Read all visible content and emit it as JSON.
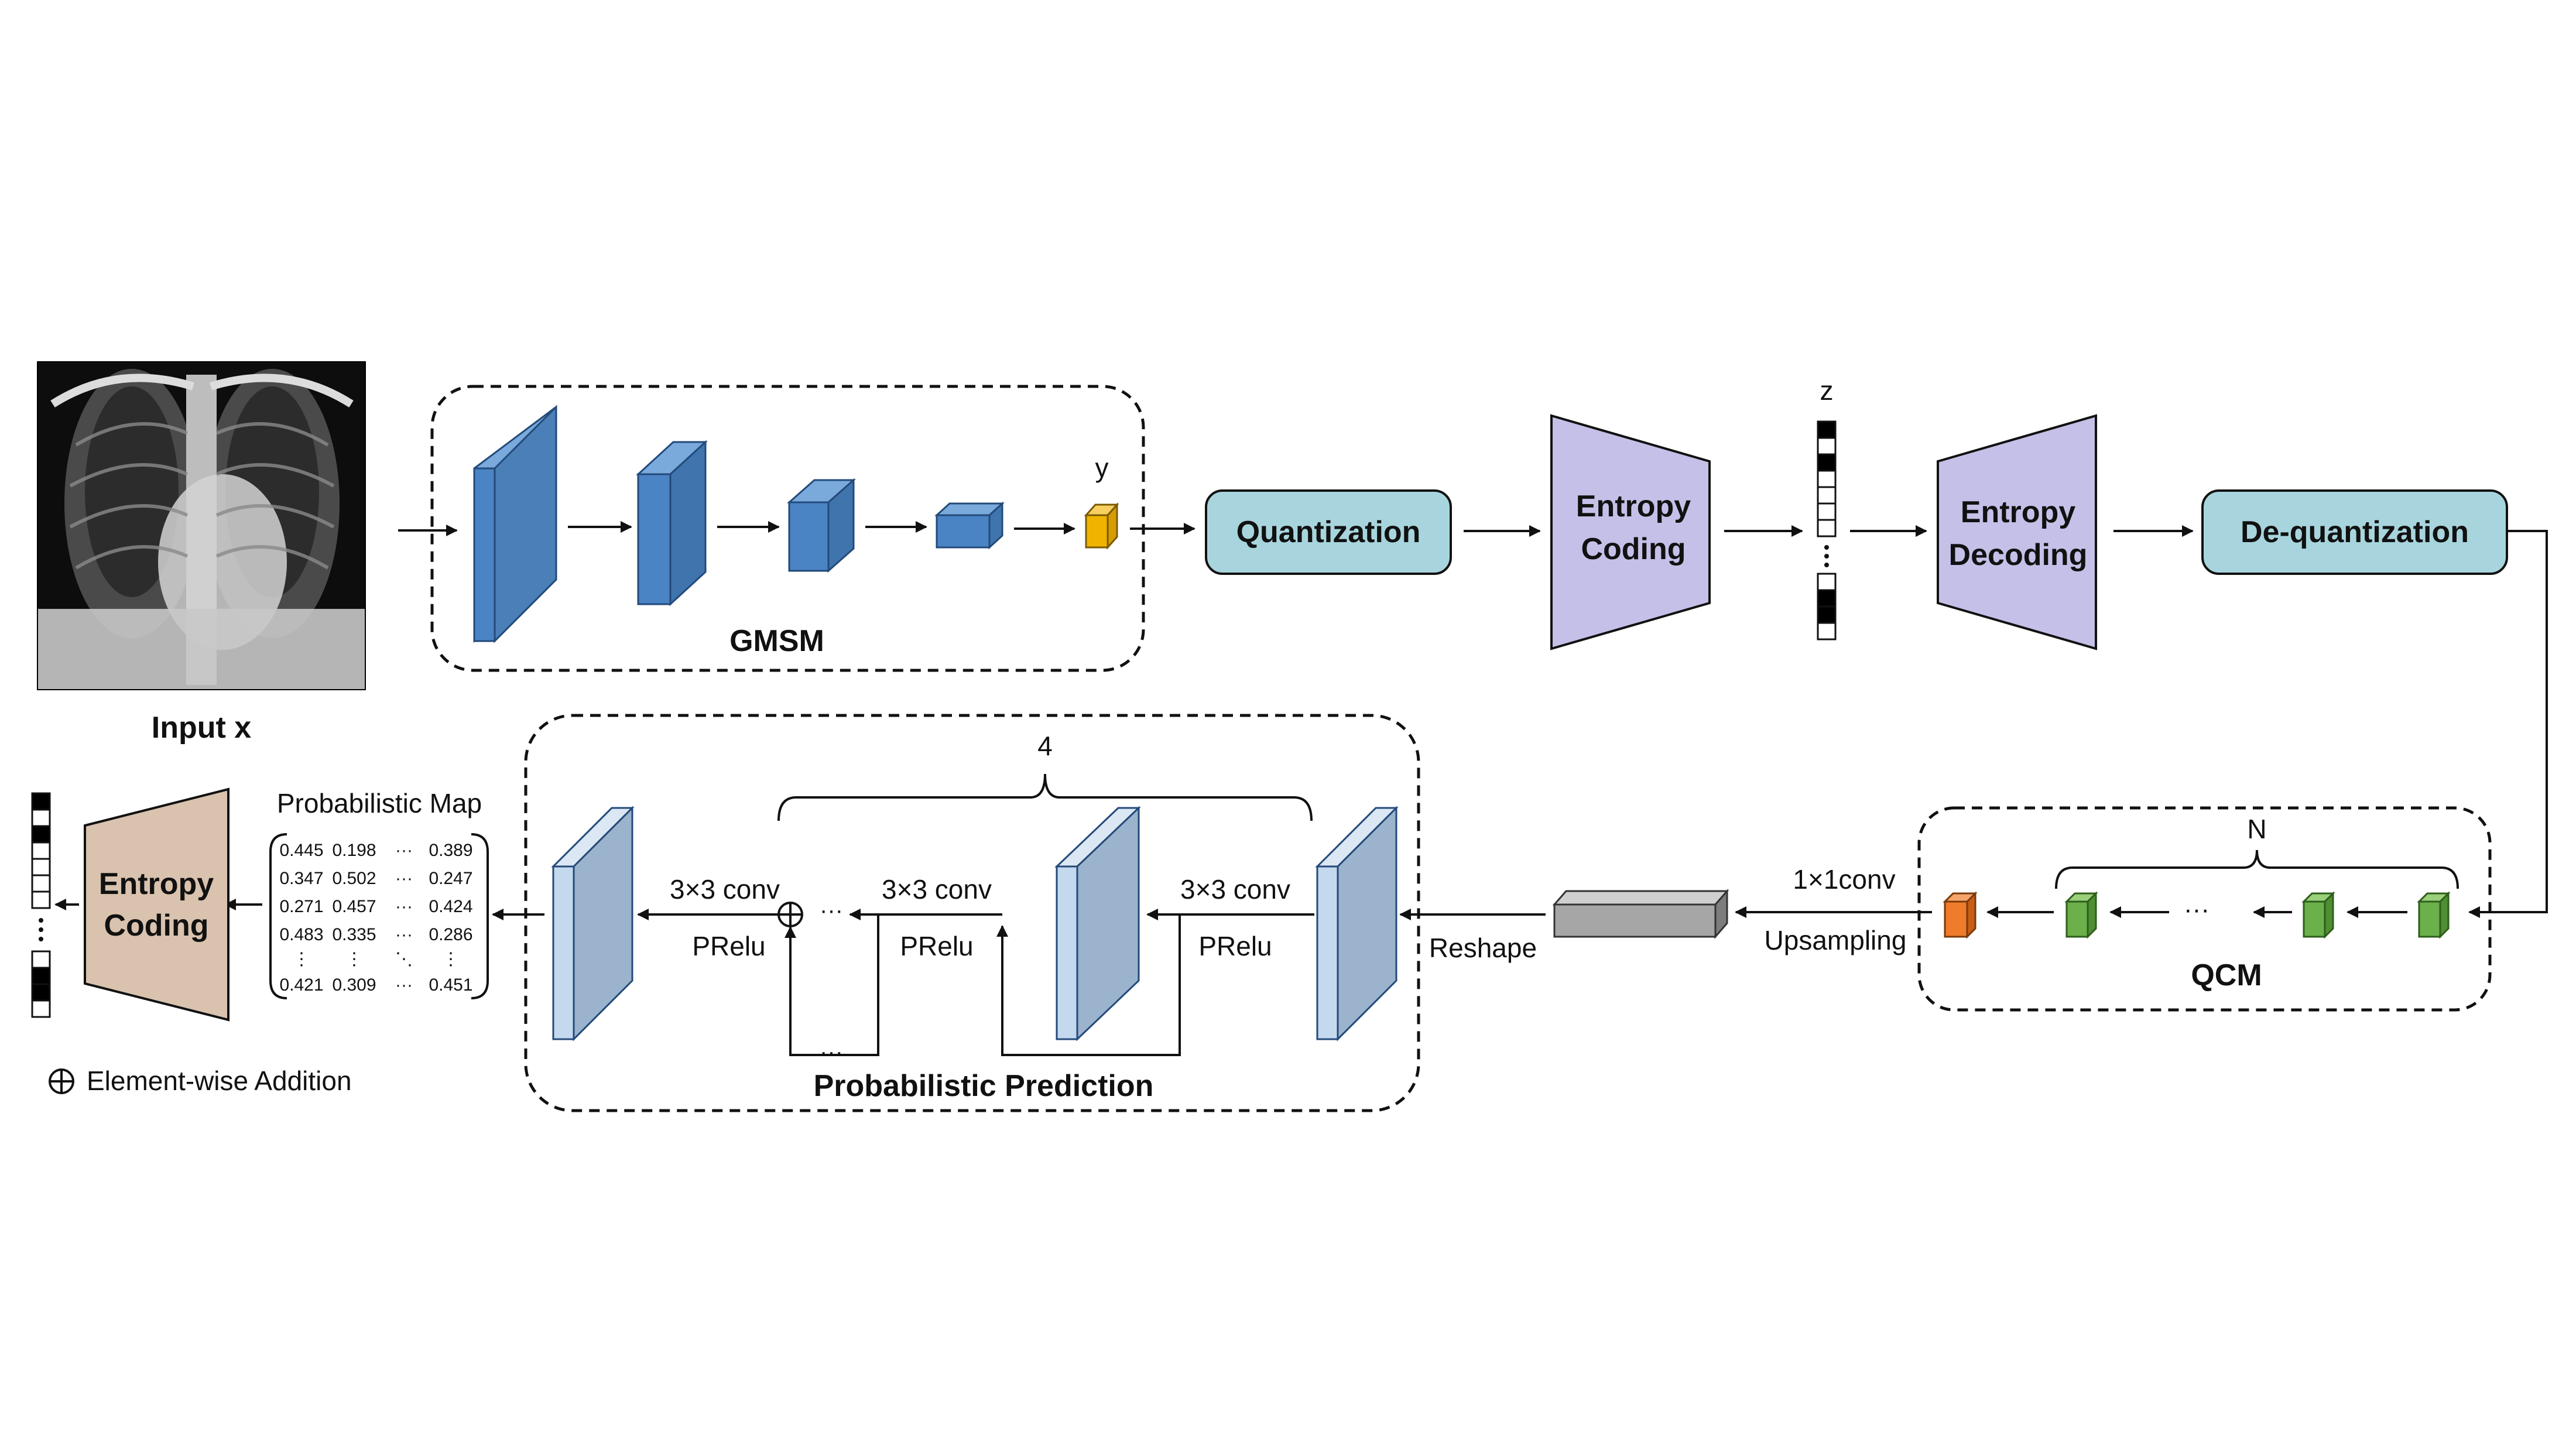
{
  "input": {
    "label": "Input x"
  },
  "gmsm": {
    "label": "GMSM",
    "latent_label": "y"
  },
  "quantization": {
    "label": "Quantization"
  },
  "entropy_coding_top": {
    "line1": "Entropy",
    "line2": "Coding"
  },
  "z_label": "z",
  "entropy_decoding": {
    "line1": "Entropy",
    "line2": "Decoding"
  },
  "dequantization": {
    "label": "De-quantization"
  },
  "qcm": {
    "label": "QCM",
    "repeat_label": "N",
    "dots": "···"
  },
  "conv1x1": {
    "label": "1×1conv",
    "sub_label": "Upsampling"
  },
  "reshape": {
    "label": "Reshape"
  },
  "prob_pred": {
    "label": "Probabilistic Prediction",
    "repeat_label": "4",
    "conv_labels": [
      "3×3 conv",
      "3×3 conv",
      "3×3 conv"
    ],
    "act_labels": [
      "PRelu",
      "PRelu",
      "PRelu"
    ],
    "dots": "···"
  },
  "prob_map": {
    "label": "Probabilistic Map",
    "rows": [
      [
        "0.445",
        "0.198",
        "···",
        "0.389"
      ],
      [
        "0.347",
        "0.502",
        "···",
        "0.247"
      ],
      [
        "0.271",
        "0.457",
        "···",
        "0.424"
      ],
      [
        "0.483",
        "0.335",
        "···",
        "0.286"
      ],
      [
        "⋮",
        "⋮",
        "⋱",
        "⋮"
      ],
      [
        "0.421",
        "0.309",
        "···",
        "0.451"
      ]
    ]
  },
  "entropy_coding_bottom": {
    "line1": "Entropy",
    "line2": "Coding"
  },
  "legend": {
    "symbol": "⊕",
    "label": "Element-wise Addition"
  },
  "colors": {
    "blue_block": "#4a84c4",
    "pale_block": "#9bb3cc",
    "yellow_block": "#f0b400",
    "teal_box": "#a8d5dd",
    "purple_trap": "#c4c0e8",
    "tan_trap": "#d9c2ae",
    "green_block": "#6bb04a",
    "orange_block": "#ef7c2a",
    "gray_block": "#a6a6a6"
  },
  "icons": [
    "xray-image",
    "bitstream-icon",
    "element-wise-addition-icon"
  ]
}
